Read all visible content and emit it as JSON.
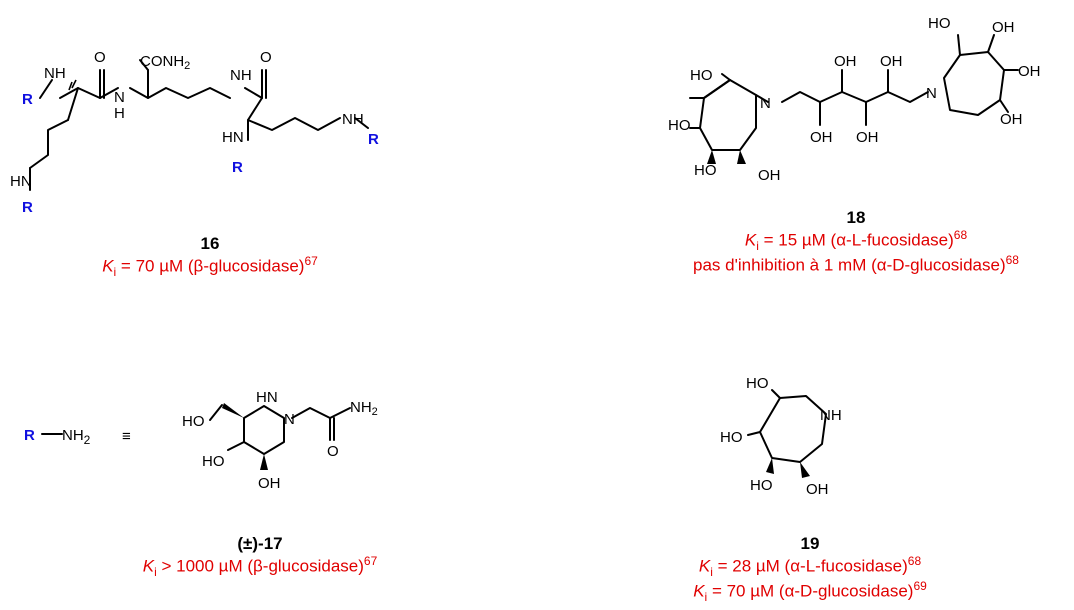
{
  "compounds": [
    {
      "id": "16",
      "label": "16",
      "activities": [
        {
          "k": "K",
          "sub": "i",
          "text": " = 70 µM (β-glucosidase)",
          "ref": "67"
        }
      ]
    },
    {
      "id": "18",
      "label": "18",
      "activities": [
        {
          "k": "K",
          "sub": "i",
          "text": " = 15 µM (α-L-fucosidase)",
          "ref": "68"
        }
      ],
      "note": {
        "text": "pas d'inhibition à 1 mM (α-D-glucosidase)",
        "ref": "68"
      }
    },
    {
      "id": "17",
      "label": "(±)-17",
      "activities": [
        {
          "k": "K",
          "sub": "i",
          "text": " > 1000 µM (β-glucosidase)",
          "ref": "67"
        }
      ]
    },
    {
      "id": "19",
      "label": "19",
      "activities": [
        {
          "k": "K",
          "sub": "i",
          "text": " = 28 µM (α-L-fucosidase)",
          "ref": "68"
        },
        {
          "k": "K",
          "sub": "i",
          "text": " = 70 µM (α-D-glucosidase)",
          "ref": "69"
        }
      ]
    }
  ],
  "r_definition": {
    "r": "R",
    "nh": "NH",
    "two": "2",
    "equiv": "≡"
  },
  "atom_labels": {
    "nh": "NH",
    "h": "H",
    "n": "N",
    "r": "R",
    "o": "O",
    "conh2": "CONH2",
    "hn": "HN",
    "oh": "OH",
    "ho": "HO",
    "nh2": "NH2",
    "hn_n": "HN"
  }
}
